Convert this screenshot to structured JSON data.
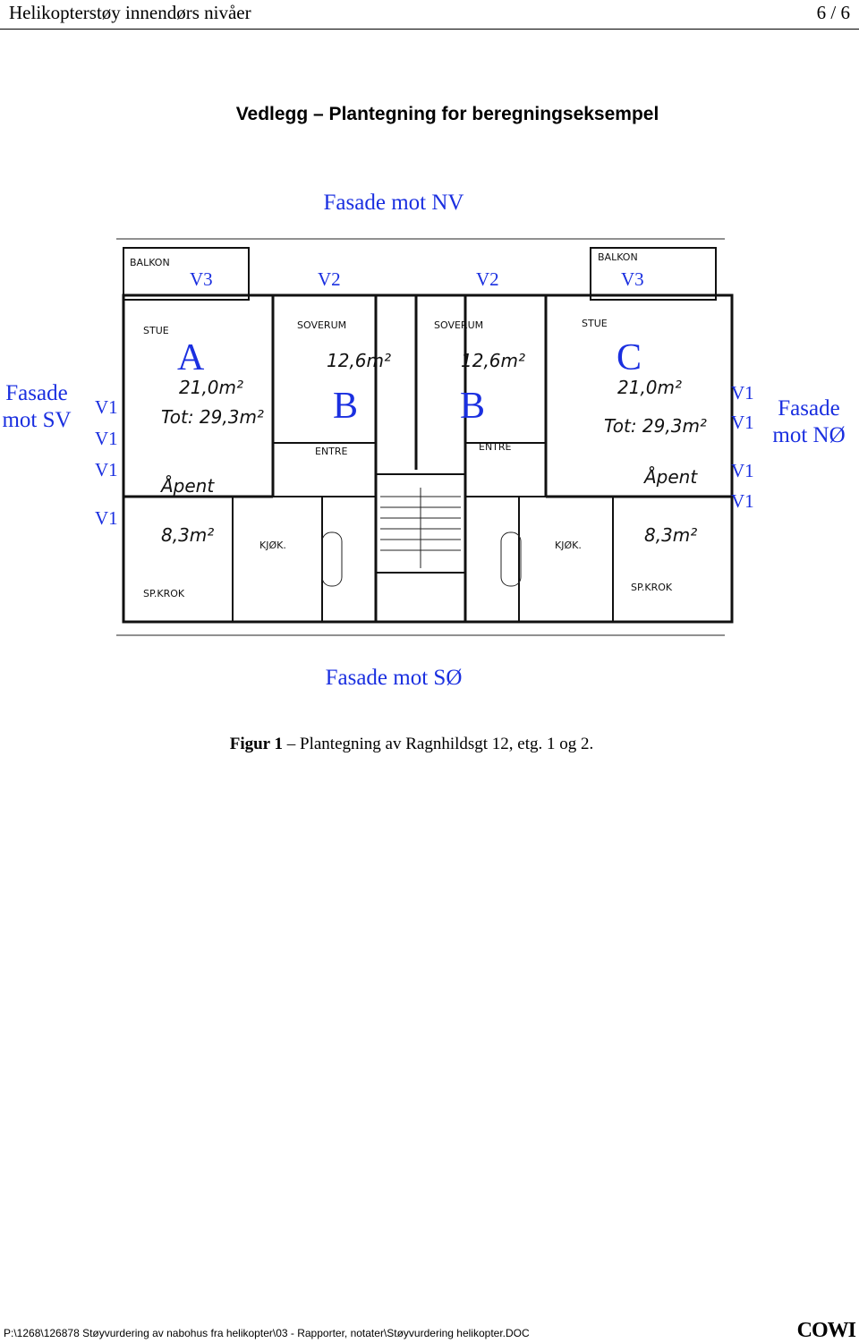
{
  "header": {
    "title": "Helikopterstøy innendørs nivåer",
    "page": "6 / 6"
  },
  "heading": "Vedlegg – Plantegning for beregningseksempel",
  "facades": {
    "nv": "Fasade mot NV",
    "so": "Fasade mot SØ",
    "sv_line1": "Fasade",
    "sv_line2": "mot SV",
    "no_line1": "Fasade",
    "no_line2": "mot NØ"
  },
  "plan": {
    "windows_top": [
      "V3",
      "V2",
      "V2",
      "V3"
    ],
    "windows_left": [
      "V1",
      "V1",
      "V1",
      "V1"
    ],
    "windows_right": [
      "V1",
      "V1",
      "V1",
      "V1"
    ],
    "apartments": [
      "A",
      "B",
      "B",
      "C"
    ],
    "drawing_text": {
      "balkon": "BALKON",
      "stue": "STUE",
      "soverum": "SOVERUM",
      "entre": "ENTRE",
      "kjokken": "KJØK.",
      "sp_krok": "SP.KROK",
      "area_living": "21,0m²",
      "area_total": "Tot: 29,3m²",
      "area_bedroom": "12,6m²",
      "area_nook": "8,3m²",
      "open": "Åpent"
    }
  },
  "caption": {
    "label": "Figur 1",
    "text": " – Plantegning av Ragnhildsgt 12, etg. 1 og 2."
  },
  "footer": {
    "path": "P:\\1268\\126878 Støyvurdering av nabohus fra helikopter\\03 - Rapporter, notater\\Støyvurdering helikopter.DOC",
    "logo": "COWI"
  }
}
